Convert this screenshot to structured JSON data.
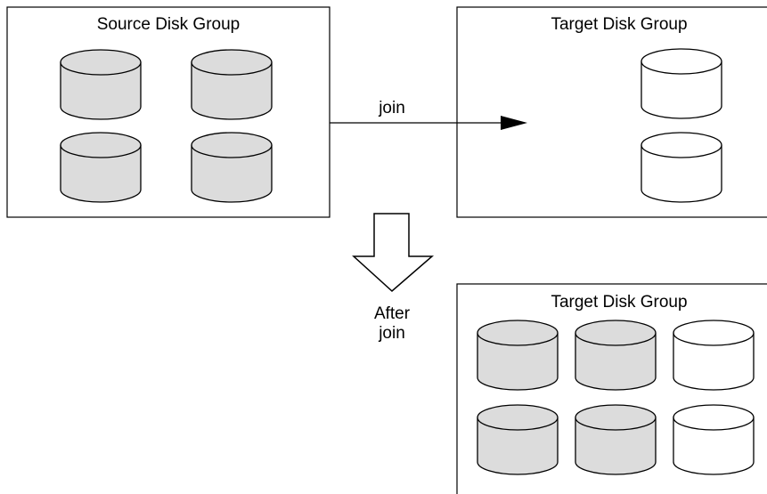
{
  "groups": {
    "source": {
      "title": "Source Disk Group"
    },
    "target_before": {
      "title": "Target Disk Group"
    },
    "target_after": {
      "title": "Target Disk Group"
    }
  },
  "join_arrow": {
    "label": "join"
  },
  "after_arrow": {
    "label_line1": "After",
    "label_line2": "join"
  },
  "colors": {
    "source_disk": "#dcdcdc",
    "target_disk": "#ffffff",
    "stroke": "#000000"
  }
}
